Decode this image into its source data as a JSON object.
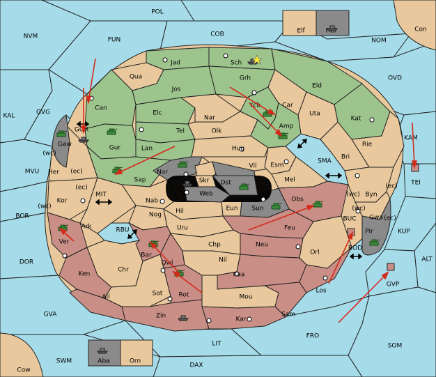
{
  "colors": {
    "sea": "#a6dcea",
    "green": "#9ec48e",
    "tan": "#e8c89c",
    "red": "#c98f86",
    "gray": "#8a8a8a",
    "dark": "#444444",
    "border": "#222222",
    "arrow": "#d42a1a",
    "unit": "#3a8a3a",
    "fleet": "#555555"
  },
  "territories": [
    {
      "id": "pol",
      "name": "POL",
      "color": "sea"
    },
    {
      "id": "nvm",
      "name": "NVM",
      "color": "sea"
    },
    {
      "id": "fun",
      "name": "FUN",
      "color": "sea"
    },
    {
      "id": "cob",
      "name": "COB",
      "color": "sea"
    },
    {
      "id": "nom",
      "name": "NOM",
      "color": "sea"
    },
    {
      "id": "con",
      "name": "Con",
      "color": "tan"
    },
    {
      "id": "elf",
      "name": "Elf",
      "color": "tan"
    },
    {
      "id": "hel",
      "name": "Hel",
      "color": "gray"
    },
    {
      "id": "ovd",
      "name": "OVD",
      "color": "sea"
    },
    {
      "id": "kal",
      "name": "KAL",
      "color": "sea"
    },
    {
      "id": "gvg",
      "name": "GVG",
      "color": "sea"
    },
    {
      "id": "kam",
      "name": "KAM",
      "color": "sea"
    },
    {
      "id": "tei",
      "name": "TEI",
      "color": "sea"
    },
    {
      "id": "mvu",
      "name": "MVU",
      "color": "sea"
    },
    {
      "id": "bor",
      "name": "BOR",
      "color": "sea"
    },
    {
      "id": "dor",
      "name": "DOR",
      "color": "sea"
    },
    {
      "id": "gva",
      "name": "GVA",
      "color": "sea"
    },
    {
      "id": "alt",
      "name": "ALT",
      "color": "sea"
    },
    {
      "id": "kup",
      "name": "KUP",
      "color": "sea"
    },
    {
      "id": "gvp",
      "name": "GVP",
      "color": "sea"
    },
    {
      "id": "fro",
      "name": "FRO",
      "color": "sea"
    },
    {
      "id": "som",
      "name": "SOM",
      "color": "sea"
    },
    {
      "id": "lit",
      "name": "LIT",
      "color": "sea"
    },
    {
      "id": "dax",
      "name": "DAX",
      "color": "sea"
    },
    {
      "id": "swm",
      "name": "SWM",
      "color": "sea"
    },
    {
      "id": "cow",
      "name": "Cow",
      "color": "tan"
    },
    {
      "id": "aba",
      "name": "Aba",
      "color": "gray"
    },
    {
      "id": "orn",
      "name": "Orn",
      "color": "tan"
    },
    {
      "id": "jad",
      "name": "Jad",
      "color": "green"
    },
    {
      "id": "sch",
      "name": "Sch",
      "color": "green"
    },
    {
      "id": "qua",
      "name": "Qua",
      "color": "tan"
    },
    {
      "id": "jos",
      "name": "Jos",
      "color": "green"
    },
    {
      "id": "grh",
      "name": "Grh",
      "color": "green"
    },
    {
      "id": "eld",
      "name": "Eld",
      "color": "green"
    },
    {
      "id": "can",
      "name": "Can",
      "color": "green"
    },
    {
      "id": "ycb",
      "name": "Ycb",
      "color": "green"
    },
    {
      "id": "car",
      "name": "Car",
      "color": "tan"
    },
    {
      "id": "uta",
      "name": "Uta",
      "color": "tan"
    },
    {
      "id": "kat",
      "name": "Kat",
      "color": "green"
    },
    {
      "id": "elc",
      "name": "Elc",
      "color": "green"
    },
    {
      "id": "nar",
      "name": "Nar",
      "color": "tan"
    },
    {
      "id": "amp",
      "name": "Amp",
      "color": "green"
    },
    {
      "id": "tel",
      "name": "Tel",
      "color": "green"
    },
    {
      "id": "olk",
      "name": "Olk",
      "color": "tan"
    },
    {
      "id": "gur",
      "name": "Gur",
      "color": "green"
    },
    {
      "id": "gaw",
      "name": "Gaw",
      "color": "gray"
    },
    {
      "id": "gor",
      "name": "GOR",
      "color": "sea"
    },
    {
      "id": "lan",
      "name": "Lan",
      "color": "green"
    },
    {
      "id": "hug",
      "name": "Hug",
      "color": "tan"
    },
    {
      "id": "rie",
      "name": "Rie",
      "color": "tan"
    },
    {
      "id": "bri",
      "name": "Bri",
      "color": "tan"
    },
    {
      "id": "sma",
      "name": "SMA",
      "color": "sea"
    },
    {
      "id": "esm",
      "name": "Esm",
      "color": "tan"
    },
    {
      "id": "vil",
      "name": "Vil",
      "color": "tan"
    },
    {
      "id": "nor",
      "name": "Nor",
      "color": "gray"
    },
    {
      "id": "skr",
      "name": "Skr",
      "color": "tan"
    },
    {
      "id": "ost",
      "name": "Ost",
      "color": "gray"
    },
    {
      "id": "sap",
      "name": "Sap",
      "color": "green"
    },
    {
      "id": "her",
      "name": "Her",
      "color": "tan"
    },
    {
      "id": "web",
      "name": "Web",
      "color": "gray"
    },
    {
      "id": "mel",
      "name": "Mel",
      "color": "tan"
    },
    {
      "id": "mit",
      "name": "MIT",
      "color": "sea"
    },
    {
      "id": "byn",
      "name": "Byn",
      "color": "tan"
    },
    {
      "id": "kor",
      "name": "Kor",
      "color": "tan"
    },
    {
      "id": "nab",
      "name": "Nab",
      "color": "tan"
    },
    {
      "id": "eun",
      "name": "Eun",
      "color": "tan"
    },
    {
      "id": "obs",
      "name": "Obs",
      "color": "red"
    },
    {
      "id": "hil",
      "name": "Hil",
      "color": "tan"
    },
    {
      "id": "sun",
      "name": "Sun",
      "color": "gray"
    },
    {
      "id": "gwa",
      "name": "Gwa",
      "color": "tan"
    },
    {
      "id": "ark",
      "name": "Ark",
      "color": "tan"
    },
    {
      "id": "nog",
      "name": "Nog",
      "color": "tan"
    },
    {
      "id": "buc",
      "name": "BUC",
      "color": "sea"
    },
    {
      "id": "rbu",
      "name": "RBU",
      "color": "sea"
    },
    {
      "id": "uru",
      "name": "Uru",
      "color": "tan"
    },
    {
      "id": "feu",
      "name": "Feu",
      "color": "red"
    },
    {
      "id": "pir",
      "name": "Pir",
      "color": "gray"
    },
    {
      "id": "ver",
      "name": "Ver",
      "color": "red"
    },
    {
      "id": "chp",
      "name": "Chp",
      "color": "tan"
    },
    {
      "id": "neu",
      "name": "Neu",
      "color": "red"
    },
    {
      "id": "rod",
      "name": "ROD",
      "color": "sea"
    },
    {
      "id": "bar",
      "name": "Bar",
      "color": "red"
    },
    {
      "id": "qwi",
      "name": "Qwi",
      "color": "red"
    },
    {
      "id": "orl",
      "name": "Orl",
      "color": "tan"
    },
    {
      "id": "nil",
      "name": "Nil",
      "color": "tan"
    },
    {
      "id": "chr",
      "name": "Chr",
      "color": "tan"
    },
    {
      "id": "ken",
      "name": "Ken",
      "color": "red"
    },
    {
      "id": "kaa",
      "name": "Kaa",
      "color": "red"
    },
    {
      "id": "los",
      "name": "Los",
      "color": "red"
    },
    {
      "id": "ail",
      "name": "Ail",
      "color": "red"
    },
    {
      "id": "sot",
      "name": "Sot",
      "color": "tan"
    },
    {
      "id": "rot",
      "name": "Rot",
      "color": "red"
    },
    {
      "id": "mou",
      "name": "Mou",
      "color": "tan"
    },
    {
      "id": "sam",
      "name": "Sam",
      "color": "red"
    },
    {
      "id": "zin",
      "name": "Zin",
      "color": "red"
    },
    {
      "id": "kar",
      "name": "Kar",
      "color": "red"
    }
  ],
  "coast_labels": {
    "wc": "(wc)",
    "ec": "(ec)"
  }
}
